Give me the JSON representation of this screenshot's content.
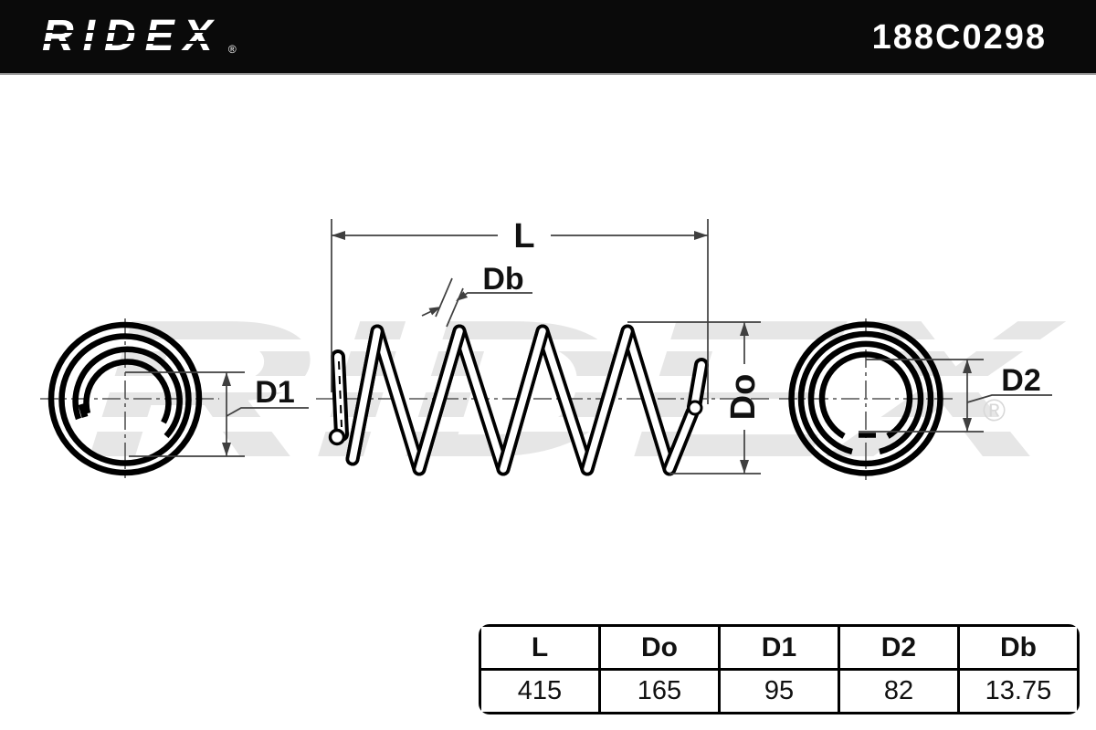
{
  "header": {
    "brand": "RIDEX",
    "registered": "®",
    "part_number": "188C0298"
  },
  "watermark": {
    "text": "RIDEX",
    "registered": "®"
  },
  "diagram": {
    "labels": {
      "length": "L",
      "wire_diameter": "Db",
      "outer_diameter": "Do",
      "inner_diameter_1": "D1",
      "inner_diameter_2": "D2"
    }
  },
  "table": {
    "headers": [
      "L",
      "Do",
      "D1",
      "D2",
      "Db"
    ],
    "values": [
      "415",
      "165",
      "95",
      "82",
      "13.75"
    ]
  },
  "colors": {
    "header_bg": "#0a0a0a",
    "header_text": "#ffffff",
    "drawing_line": "#000000",
    "dimension_line": "#3f3f3f",
    "watermark": "#e6e6e6"
  }
}
